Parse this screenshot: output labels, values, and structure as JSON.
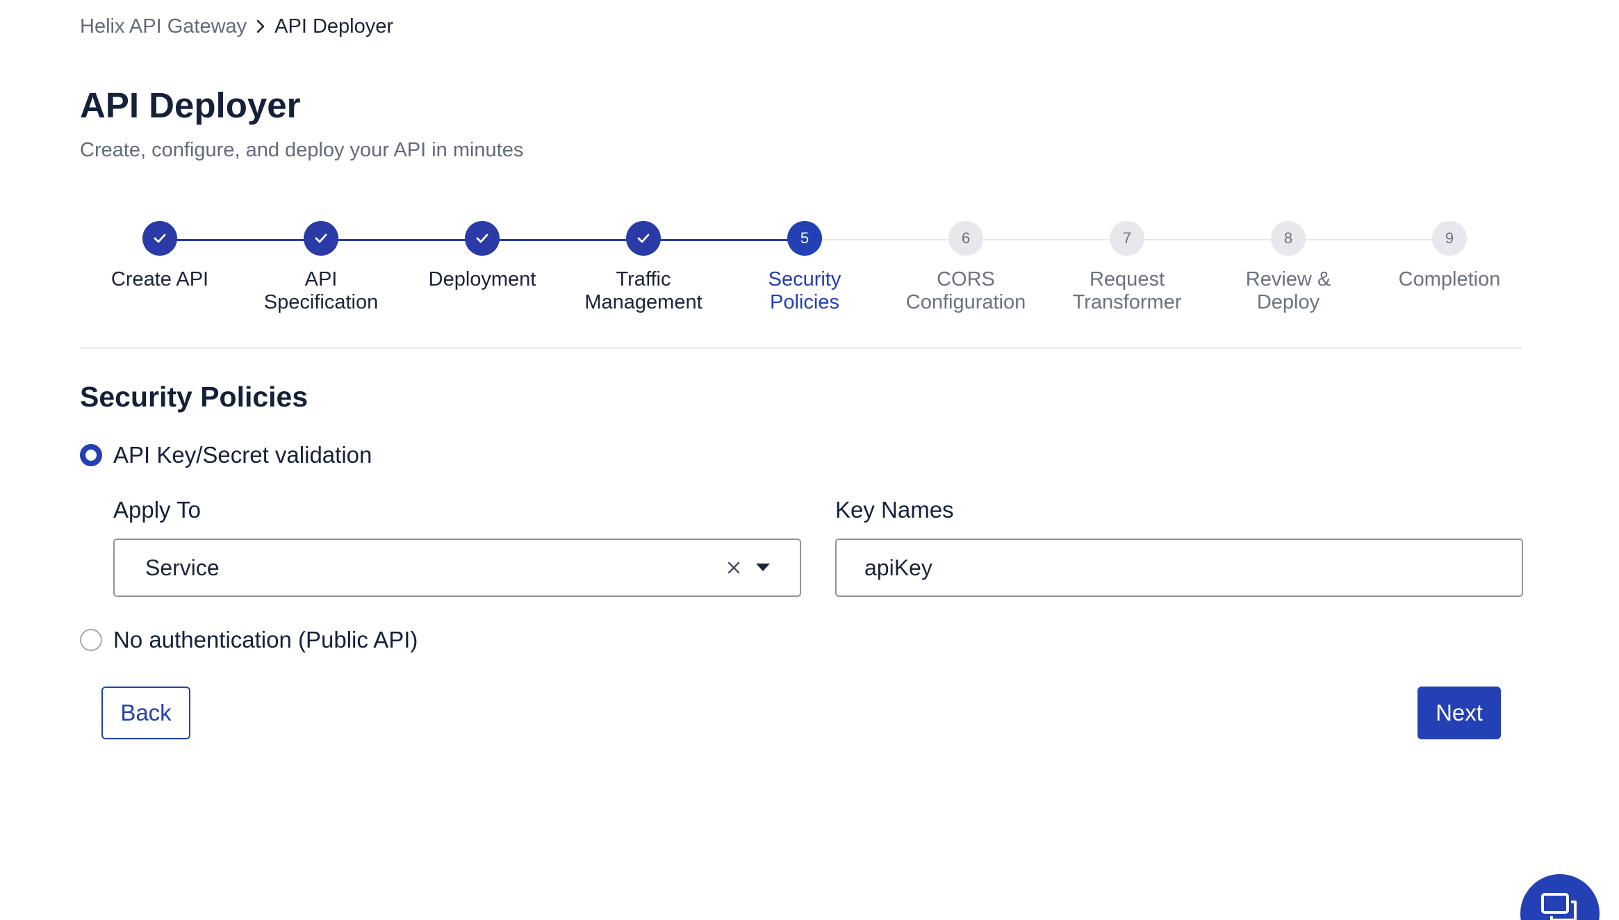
{
  "breadcrumb": {
    "parent": "Helix API Gateway",
    "current": "API Deployer"
  },
  "header": {
    "title": "API Deployer",
    "subtitle": "Create, configure, and deploy your API in minutes"
  },
  "stepper": {
    "current_step": 5,
    "steps": [
      {
        "number": "1",
        "label": "Create API",
        "status": "completed"
      },
      {
        "number": "2",
        "label": "API\nSpecification",
        "status": "completed"
      },
      {
        "number": "3",
        "label": "Deployment",
        "status": "completed"
      },
      {
        "number": "4",
        "label": "Traffic\nManagement",
        "status": "completed"
      },
      {
        "number": "5",
        "label": "Security\nPolicies",
        "status": "active"
      },
      {
        "number": "6",
        "label": "CORS\nConfiguration",
        "status": "pending"
      },
      {
        "number": "7",
        "label": "Request\nTransformer",
        "status": "pending"
      },
      {
        "number": "8",
        "label": "Review &\nDeploy",
        "status": "pending"
      },
      {
        "number": "9",
        "label": "Completion",
        "status": "pending"
      }
    ]
  },
  "security": {
    "section_title": "Security Policies",
    "options": [
      {
        "label": "API Key/Secret validation",
        "selected": true
      },
      {
        "label": "No authentication (Public API)",
        "selected": false
      }
    ],
    "apply_to": {
      "label": "Apply To",
      "value": "Service"
    },
    "key_names": {
      "label": "Key Names",
      "value": "apiKey"
    }
  },
  "actions": {
    "back_label": "Back",
    "next_label": "Next"
  },
  "icons": {
    "breadcrumb_separator": "chevron-right-icon",
    "completed_step": "check-icon",
    "select_clear": "close-icon",
    "select_open": "caret-down-icon",
    "chat": "chat-icon"
  },
  "colors": {
    "primary": "#2340b5",
    "completed_step_bg": "#2a3aa6",
    "pending_step_bg": "#e6e8ed",
    "pending_text": "#6b7280",
    "text_dark": "#15203b",
    "muted_text": "#626b7a",
    "divider": "#e4e7ec",
    "input_border": "#8c93a0"
  }
}
